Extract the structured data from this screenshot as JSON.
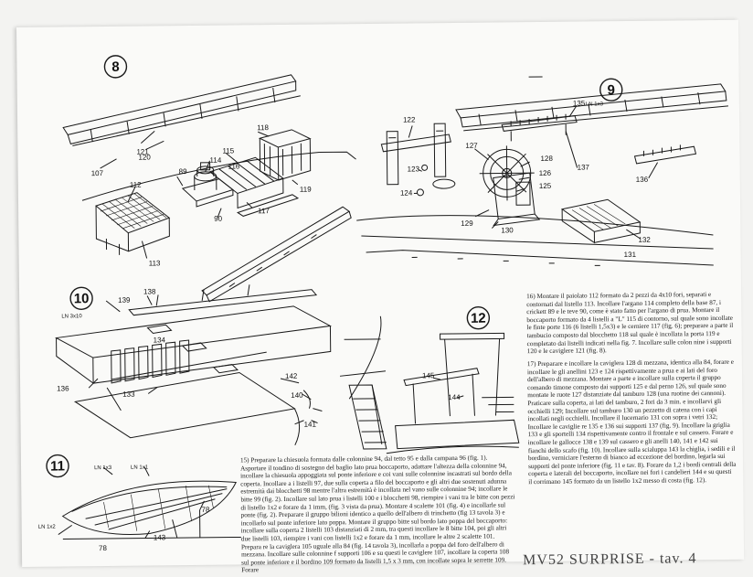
{
  "steps": [
    {
      "number": "8"
    },
    {
      "number": "9"
    },
    {
      "number": "10"
    },
    {
      "number": "11"
    },
    {
      "number": "12"
    }
  ],
  "labels": {
    "s8": [
      "107",
      "121",
      "120",
      "118",
      "115",
      "114",
      "116",
      "89",
      "112",
      "117",
      "90",
      "119",
      "113"
    ],
    "s9": [
      "135",
      "LN 1x3",
      "122",
      "127",
      "128",
      "126",
      "125",
      "123",
      "124",
      "129",
      "130",
      "137",
      "136",
      "132",
      "131"
    ],
    "s10": [
      "139",
      "138",
      "LN 3x10",
      "134",
      "142",
      "136",
      "133",
      "140",
      "141"
    ],
    "s11": [
      "LN 1x3",
      "LN 1x1",
      "LN 1x2",
      "78",
      "143",
      "78"
    ],
    "s12": [
      "145",
      "144"
    ]
  },
  "texts": {
    "p16": "16) Montare il paiolato 112 formato da 2 pezzi da 4x10 fori, separati e contornati dal listello 113. Incollare l'argano 114 completo della base 87, i crickett 89 e le teve 90, come è stato fatto per l'argano di prua. Montare il boccaporto formato da 4 listelli a \"L\" 115 di contorno, sul quale sono incollate le finte porte 116 (6 listelli 1,5x3) e le cerniere 117 (fig. 6); preparare a parte il tambucio composto dal blocchetto 118 sul quale è incollata la porta 119 e completato dai listelli indicati nella fig. 7. Incollare sulle colon nine i supporti 120 e le caviglere 121 (fig. 8).",
    "p17": "17) Preparare e incollare la caviglera 128 di mezzana, identica alla 84, forare e incollare le gli anellini 123 e 124 rispettivamente a prua e ai lati del foro dell'albero di mezzana. Montare a parte e incollare sulla coperta il gruppo comando timone composto dai supporti 125 e dal perno 126, sul quale sono montate le ruote 127 distanziate dal tamburo 128 (una ruotine dei cannoni). Praticare sulla coperta, ai lati del tamburo, 2 fori da 3 min. e incollarvi gli occhielli 129; Incollare sul tamburo 130 un pezzetto di catena con i capi incollati negli occhielli. Incollare il lucernario 131 con sopra i vetri 132; Incollare le caviglie re 135 e 136 sui supporti 137 (fig. 9). Incollare la griglia 133 e gli sportelli 134 rispettivamente contro il frontale e sul cassero. Forare e incollare le gallocce 138 e 139 sul cassero e gli anelli 140, 141 e 142 sui fianchi dello scafo (fig. 10). Incollare sulla scialuppa 143 la chiglia, i sedili e il bordino, verniciare l'esterno di bianco ad eccezione del bordino, legarla sui supporti del ponte inferiore (fig. 11 e tav. 8). Forare da 1,2 i bordi centrali della coperta e laterali del boccaporto, incollare nei fori i candelieri 144 e su questi il corrimano 145 formato da un listello 1x2 messo di costa (fig. 12).",
    "p15": "15) Preparare la chiesuola formata dalle colonnine 94, dal tetto 95 e dalla campana 96 (fig. 1). Asportare il tondino di sostegno del baglio lato prua boccaporto, adattare l'altezza della colonnine 94, incollare la chiesuola appoggiata sul ponte inferiore e coi vani sulle colonnine incastrati sul bordo della coperta. Incollare a i listelli 97, due sulla coperta a filo del boccaporto e gli altri due sostenuti adunna estremità dai blocchetti 98 mentre l'altra estremità è incollata nel vano sulle colonnine 94; incollare le bitte 99 (fig. 2). Incollare sul lato prua i listelli 100 e i blocchetti 98, riempire i vani tra le bitte con pezzi di listello 1x2 e forare da 1 imm, (fig. 3 vista da prua). Montare 4 scalette 101 (fig. 4) e incollarle sul ponte (fig. 2). Preparare il gruppo bilioni identico a quello dell'albero di trinchetto (fig 13 tavola 3) e incollarlo sul ponte inferiore lato poppa. Montare il gruppo bitte sul bordo lato poppa del boccaporto: incollare sulla coperta 2 listelli 103 distanziati di 2 mm, tra questi incollare le 8 bitte 104, poi gli altri due listelli 103, riempire i vani con listelli 1x2 e forare da 1 mm, incollare le altre 2 scalette 101. Prepara re la caviglera 105 uguale alla 84 (fig. 14 tavola 3), incollarla a poppa del foro dell'albero di mezzana. Incollare sulle colonnine f supporti 106 e su questi le caviglere 107, incollare la coperta 108 sul ponte inferiore e il bordino 109 formato da listelli 1,5 x 3 mm, con incollate sopra le serrette 109. Forare"
  },
  "footer": "MV52 SURPRISE - tav. 4"
}
